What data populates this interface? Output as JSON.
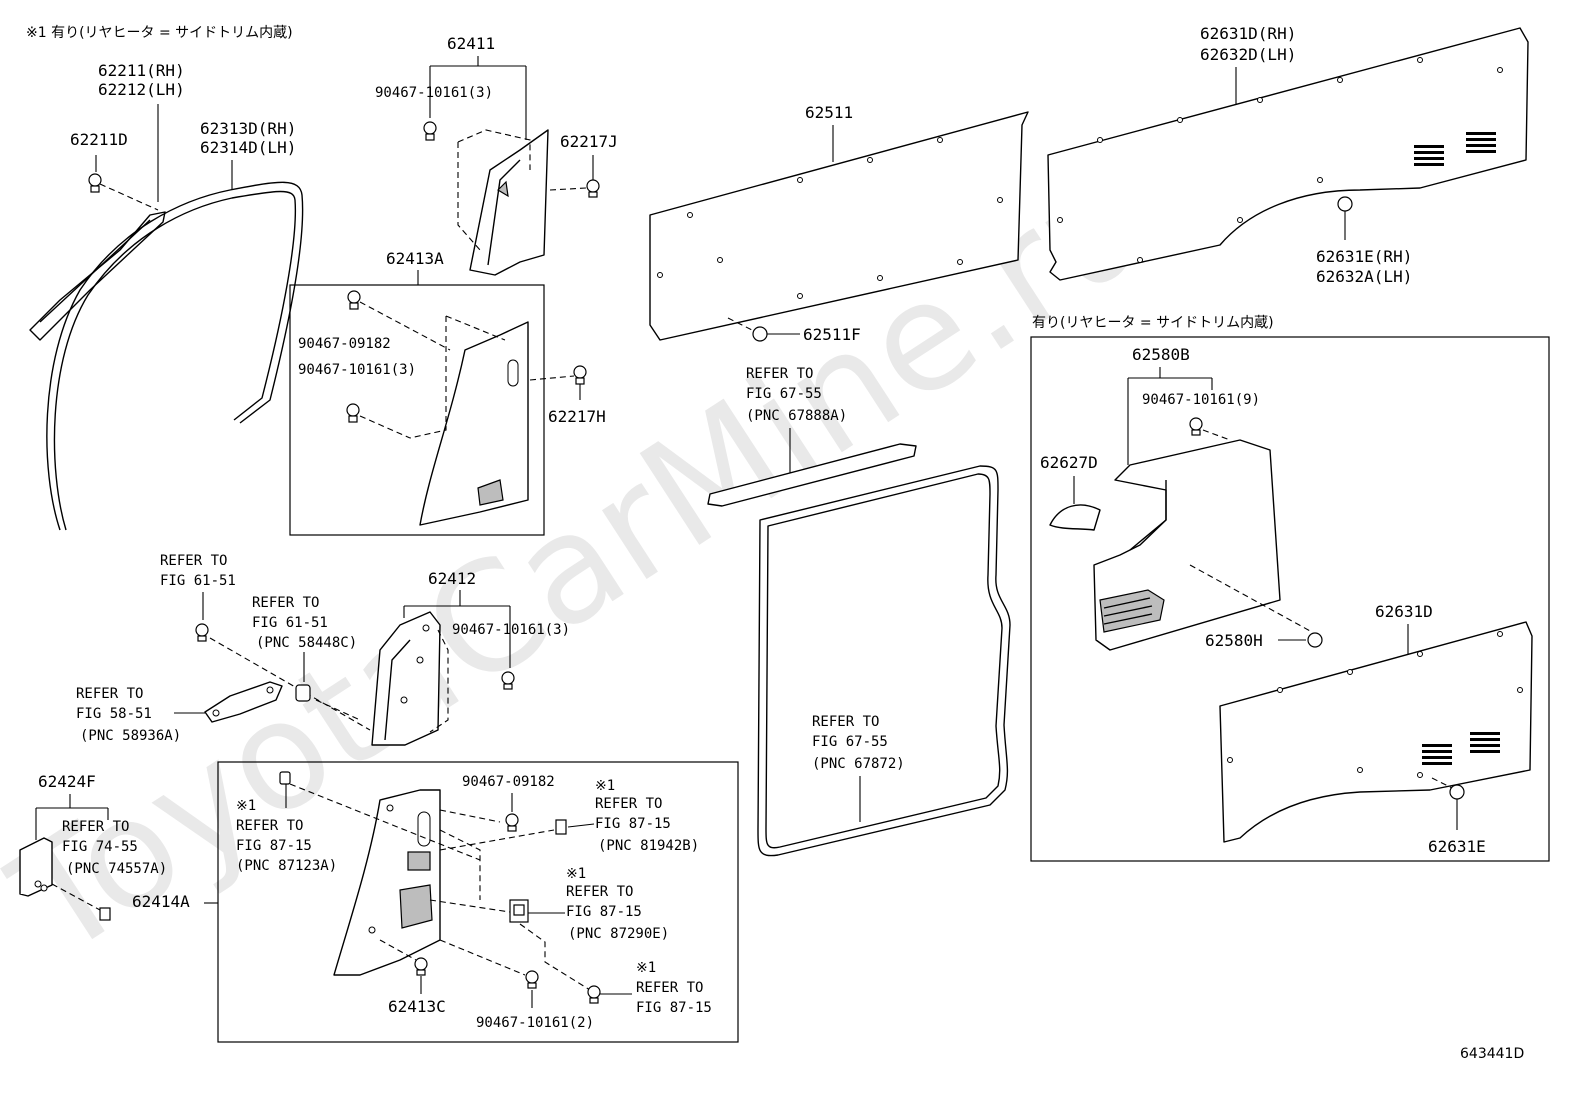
{
  "watermark": "ToyotaCarMine.ru",
  "diagram_id": "643441D",
  "notes": {
    "top_left": "※1 有り(リヤヒータ = サイドトリム内蔵)",
    "right_box": "有り(リヤヒータ = サイドトリム内蔵)"
  },
  "parts": {
    "p62211": "62211(RH)",
    "p62212": "62212(LH)",
    "p62211D": "62211D",
    "p62313D": "62313D(RH)",
    "p62314D": "62314D(LH)",
    "p62411": "62411",
    "p90467_10161_3a": "90467-10161(3)",
    "p62217J": "62217J",
    "p62413A": "62413A",
    "p90467_09182a": "90467-09182",
    "p90467_10161_3b": "90467-10161(3)",
    "p62217H": "62217H",
    "p62511": "62511",
    "p62511F": "62511F",
    "p62631D_RH": "62631D(RH)",
    "p62632D_LH": "62632D(LH)",
    "p62631E_RH": "62631E(RH)",
    "p62632A_LH": "62632A(LH)",
    "p62580B": "62580B",
    "p90467_10161_9": "90467-10161(9)",
    "p62627D": "62627D",
    "p62580H": "62580H",
    "p62631D": "62631D",
    "p62631E": "62631E",
    "p62412": "62412",
    "p90467_10161_3c": "90467-10161(3)",
    "p62424F": "62424F",
    "p62414A": "62414A",
    "p90467_09182b": "90467-09182",
    "p62413C": "62413C",
    "p90467_10161_2": "90467-10161(2)"
  },
  "refs": {
    "r1": [
      "REFER TO",
      "FIG 61-51"
    ],
    "r2": [
      "REFER TO",
      "FIG 61-51",
      "(PNC 58448C)"
    ],
    "r3": [
      "REFER TO",
      "FIG 58-51",
      "(PNC 58936A)"
    ],
    "r4": [
      "REFER TO",
      "FIG 74-55",
      "(PNC 74557A)"
    ],
    "r5": [
      "※1",
      "REFER TO",
      "FIG 87-15",
      "(PNC 87123A)"
    ],
    "r6": [
      "※1",
      "REFER TO",
      "FIG 87-15",
      "(PNC 81942B)"
    ],
    "r7": [
      "※1",
      "REFER TO",
      "FIG 87-15",
      "(PNC 87290E)"
    ],
    "r8": [
      "※1",
      "REFER TO",
      "FIG 87-15"
    ],
    "r9": [
      "REFER TO",
      "FIG 67-55",
      "(PNC 67888A)"
    ],
    "r10": [
      "REFER TO",
      "FIG 67-55",
      "(PNC 67872)"
    ]
  }
}
